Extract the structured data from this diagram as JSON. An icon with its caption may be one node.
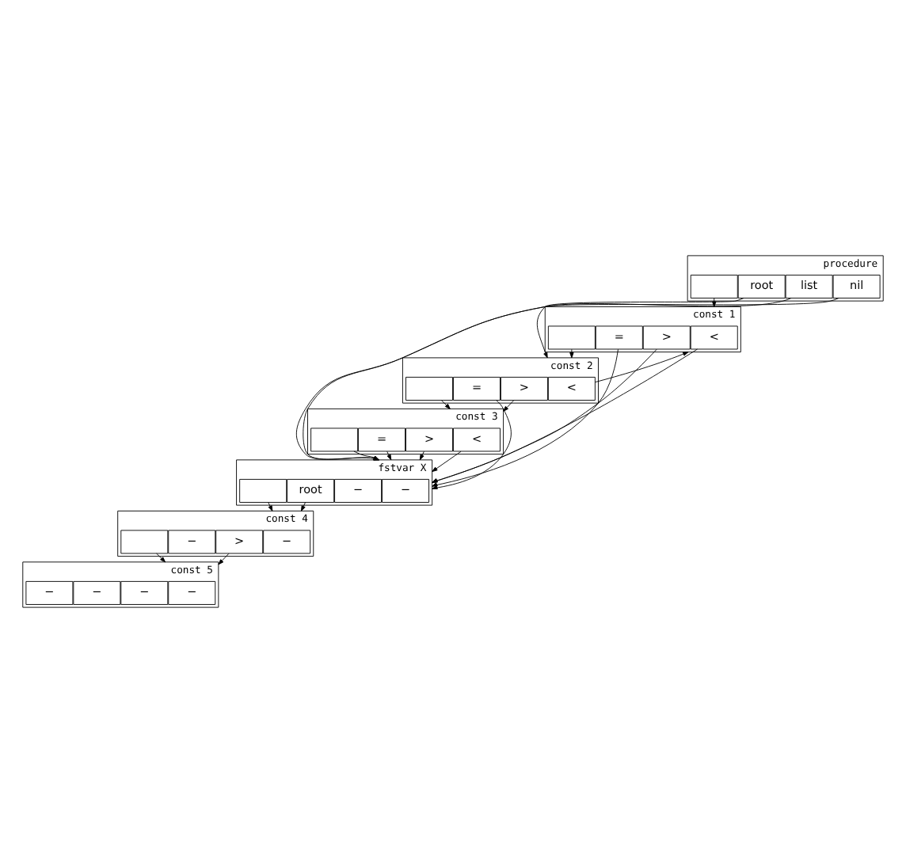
{
  "diagram": {
    "nodes": [
      {
        "text": [],
        "shape": "box",
        "beside": [
          "procedure"
        ]
      },
      {
        "text": [
          "nil"
        ],
        "in": 0
      },
      {
        "text": [
          "list"
        ],
        "in": 0
      },
      {
        "text": [
          "root"
        ],
        "in": 0
      },
      {
        "text": [],
        "shape": "box",
        "in": 0
      },
      {
        "text": [],
        "shape": "box",
        "beside": [
          "const 1"
        ]
      },
      {
        "text": [
          "<"
        ],
        "in": 5
      },
      {
        "text": [
          ">"
        ],
        "in": 5
      },
      {
        "text": [
          "="
        ],
        "in": 5
      },
      {
        "text": [],
        "shape": "box",
        "in": 5
      },
      {
        "text": [],
        "shape": "box",
        "beside": [
          "const 2"
        ]
      },
      {
        "text": [
          "<"
        ],
        "in": 10
      },
      {
        "text": [
          ">"
        ],
        "in": 10
      },
      {
        "text": [
          "="
        ],
        "in": 10
      },
      {
        "text": [],
        "shape": "box",
        "in": 10
      },
      {
        "text": [],
        "shape": "box",
        "beside": [
          "const 3"
        ]
      },
      {
        "text": [
          "<"
        ],
        "in": 15
      },
      {
        "text": [
          ">"
        ],
        "in": 15
      },
      {
        "text": [
          "="
        ],
        "in": 15
      },
      {
        "text": [],
        "shape": "box",
        "in": 15
      },
      {
        "text": [],
        "shape": "box",
        "beside": [
          "fstvar X"
        ]
      },
      {
        "text": [
          "−"
        ],
        "in": 20
      },
      {
        "text": [
          "−"
        ],
        "in": 20
      },
      {
        "text": [
          "root"
        ],
        "in": 20
      },
      {
        "text": [],
        "shape": "box",
        "in": 20
      },
      {
        "text": [],
        "shape": "box",
        "beside": [
          "const 4"
        ]
      },
      {
        "text": [
          "−"
        ],
        "in": 25
      },
      {
        "text": [
          ">"
        ],
        "in": 25
      },
      {
        "text": [
          "−"
        ],
        "in": 25
      },
      {
        "text": [],
        "shape": "box",
        "in": 25
      },
      {
        "text": [],
        "shape": "box",
        "beside": [
          "const 5"
        ]
      },
      {
        "text": [
          "−"
        ],
        "in": 30
      },
      {
        "text": [
          "−"
        ],
        "in": 30
      },
      {
        "text": [
          "−"
        ],
        "in": 30
      },
      {
        "text": [
          "−"
        ],
        "in": 30
      }
    ],
    "edges": [
      {
        "from": 4,
        "to": 5,
        "arrow": "to"
      },
      {
        "from": 9,
        "to": 10,
        "arrow": "to"
      },
      {
        "from": 14,
        "to": 15,
        "arrow": "to"
      },
      {
        "from": 19,
        "to": 20,
        "arrow": "to"
      },
      {
        "from": 24,
        "to": 25,
        "arrow": "to"
      },
      {
        "from": 29,
        "to": 30,
        "arrow": "to"
      },
      {
        "from": 1,
        "to": 20,
        "arrow": "to"
      },
      {
        "from": 2,
        "to": 20,
        "arrow": "to"
      },
      {
        "from": 3,
        "to": 10,
        "arrow": "to"
      },
      {
        "from": 6,
        "to": 20,
        "arrow": "to"
      },
      {
        "from": 7,
        "to": 20,
        "arrow": "to"
      },
      {
        "from": 8,
        "to": 20,
        "arrow": "to"
      },
      {
        "from": 11,
        "to": 5,
        "arrow": "to"
      },
      {
        "from": 12,
        "to": 15,
        "arrow": "to"
      },
      {
        "from": 13,
        "to": 20,
        "arrow": "to"
      },
      {
        "from": 16,
        "to": 20,
        "arrow": "to"
      },
      {
        "from": 17,
        "to": 20,
        "arrow": "to"
      },
      {
        "from": 18,
        "to": 20,
        "arrow": "to"
      },
      {
        "from": 23,
        "to": 25,
        "arrow": "to"
      },
      {
        "from": 27,
        "to": 30,
        "arrow": "to"
      }
    ]
  }
}
